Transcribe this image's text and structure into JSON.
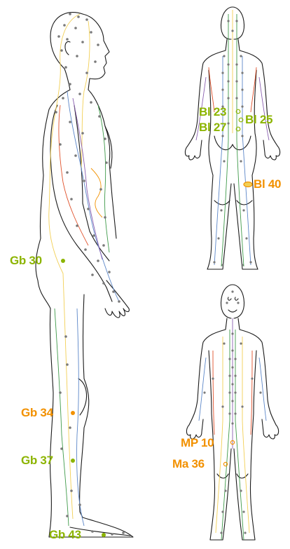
{
  "colors": {
    "outline": "#1a1a1a",
    "point": "#7a7a7a",
    "green_label": "#8cb400",
    "orange_label": "#f29100",
    "meridian_yellow": "#f2cf55",
    "meridian_blue": "#5b86c8",
    "meridian_green": "#3f9a4a",
    "meridian_purple": "#8a5fb0",
    "meridian_red": "#e0502a"
  },
  "labels": {
    "gb30": "Gb 30",
    "gb34": "Gb 34",
    "gb37": "Gb 37",
    "gb43": "Gb 43",
    "bl23": "Bl 23",
    "bl25": "Bl 25",
    "bl27": "Bl 27",
    "bl40": "Bl 40",
    "mp10": "MP 10",
    "ma36": "Ma 36"
  }
}
